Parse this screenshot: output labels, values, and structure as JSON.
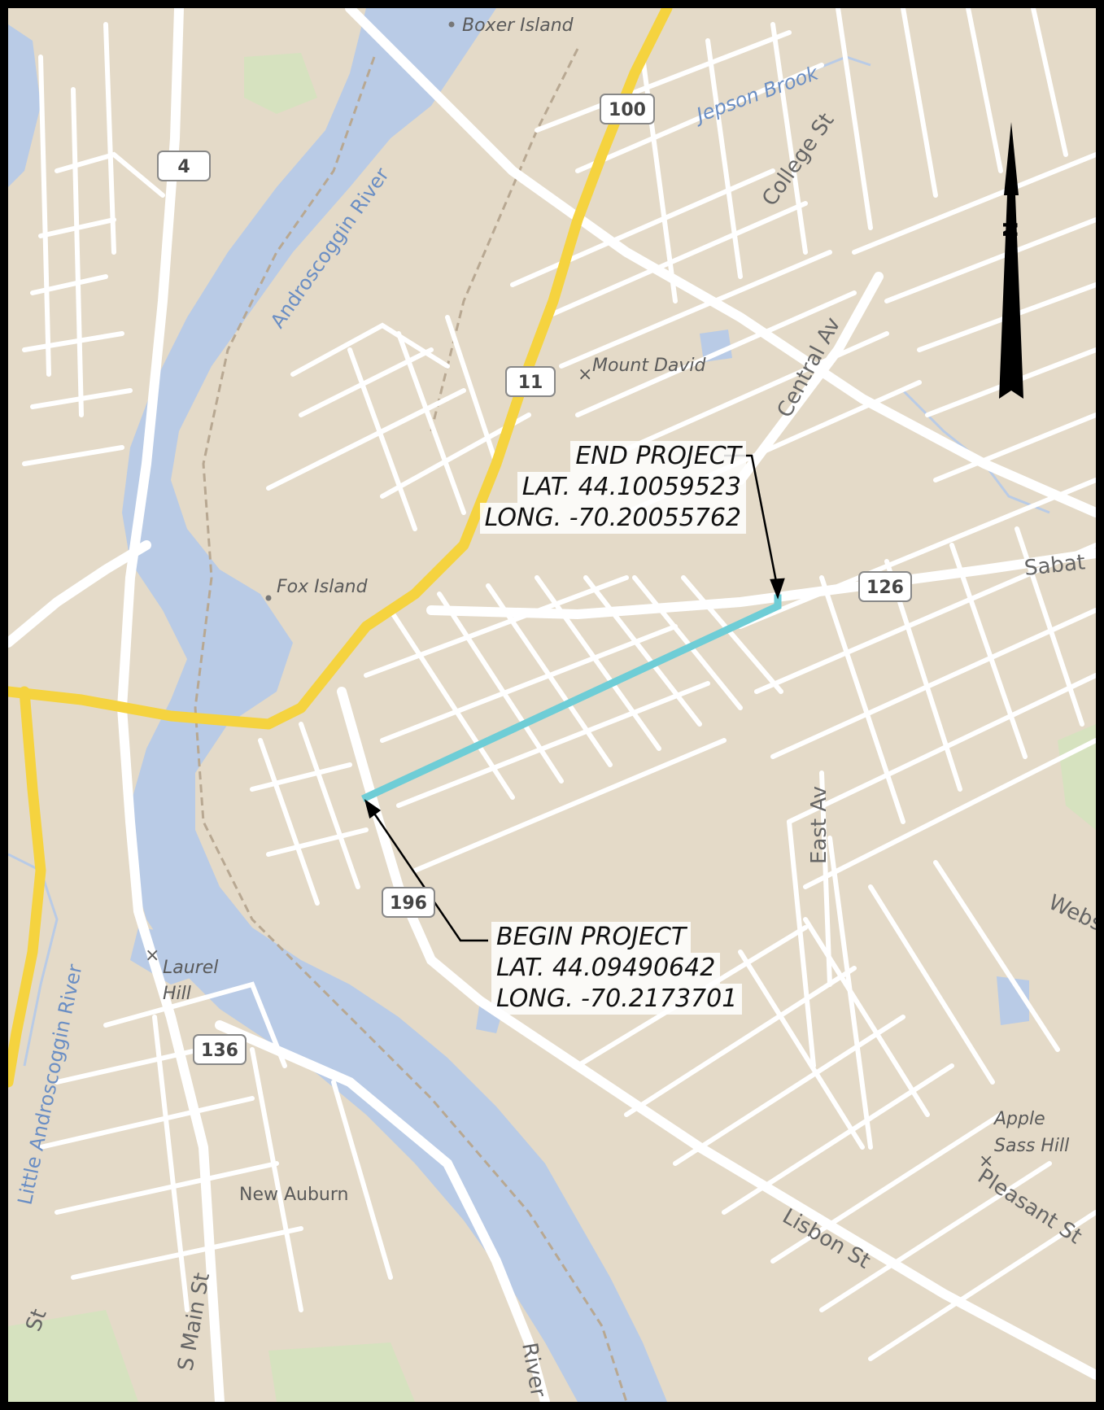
{
  "map": {
    "annotations": {
      "end_project": {
        "title": "END PROJECT",
        "lat": "LAT. 44.10059523",
        "long": "LONG. -70.20055762"
      },
      "begin_project": {
        "title": "BEGIN PROJECT",
        "lat": "LAT. 44.09490642",
        "long": "LONG. -70.2173701"
      }
    },
    "north_arrow_label": "N",
    "route_shields": [
      "100",
      "4",
      "11",
      "126",
      "196",
      "136"
    ],
    "place_labels": {
      "boxer_island": "Boxer Island",
      "jepson_brook": "Jepson Brook",
      "college_st": "College St",
      "androscoggin_river": "Androscoggin River",
      "mount_david": "Mount David",
      "central_av": "Central Av",
      "fox_island": "Fox Island",
      "sabat": "Sabat",
      "east_av": "East Av",
      "websi": "Webs",
      "laurel_hill_1": "Laurel",
      "laurel_hill_2": "Hill",
      "little_androscoggin": "Little Androscoggin River",
      "apple_sass_1": "Apple",
      "apple_sass_2": "Sass Hill",
      "pleasant_st": "Pleasant St",
      "new_auburn": "New Auburn",
      "lisbon_st": "Lisbon St",
      "s_main_st": "S Main St",
      "st_fragment": "St",
      "river_fragment": "River"
    },
    "colors": {
      "land": "#e4dac8",
      "water": "#b9cbe6",
      "road": "#ffffff",
      "highway": "#f5d33f",
      "project_route": "#6ecdd6",
      "park": "#d6e2bf"
    }
  }
}
